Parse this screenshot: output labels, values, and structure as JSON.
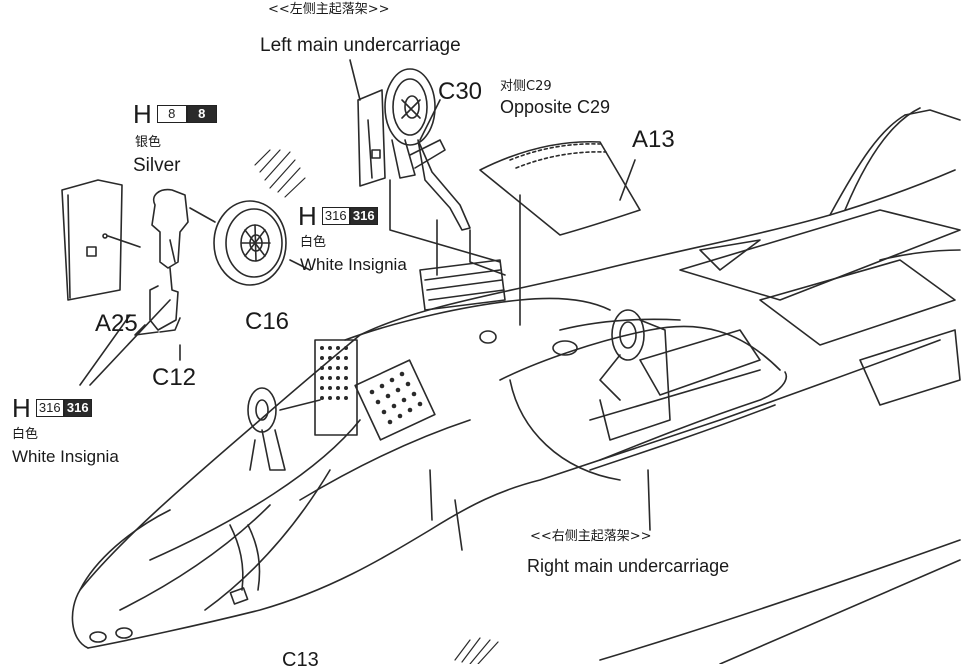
{
  "labels": {
    "left_main_cn": "<<左侧主起落架>>",
    "left_main_en": "Left main undercarriage",
    "right_main_cn": "<<右侧主起落架>>",
    "right_main_en": "Right main undercarriage",
    "opposite_cn": "对侧C29",
    "opposite_en": "Opposite C29"
  },
  "parts": {
    "c30": "C30",
    "a13": "A13",
    "a25": "A25",
    "c16": "C16",
    "c12": "C12",
    "c13": "C13"
  },
  "paint_codes": [
    {
      "letter": "H",
      "white_box": "8",
      "dark_box": "8",
      "color_cn": "银色",
      "color_en": "Silver"
    },
    {
      "letter": "H",
      "white_box": "316",
      "dark_box": "316",
      "color_cn": "白色",
      "color_en": "White Insignia"
    },
    {
      "letter": "H",
      "white_box": "316",
      "dark_box": "316",
      "color_cn": "白色",
      "color_en": "White Insignia"
    }
  ]
}
